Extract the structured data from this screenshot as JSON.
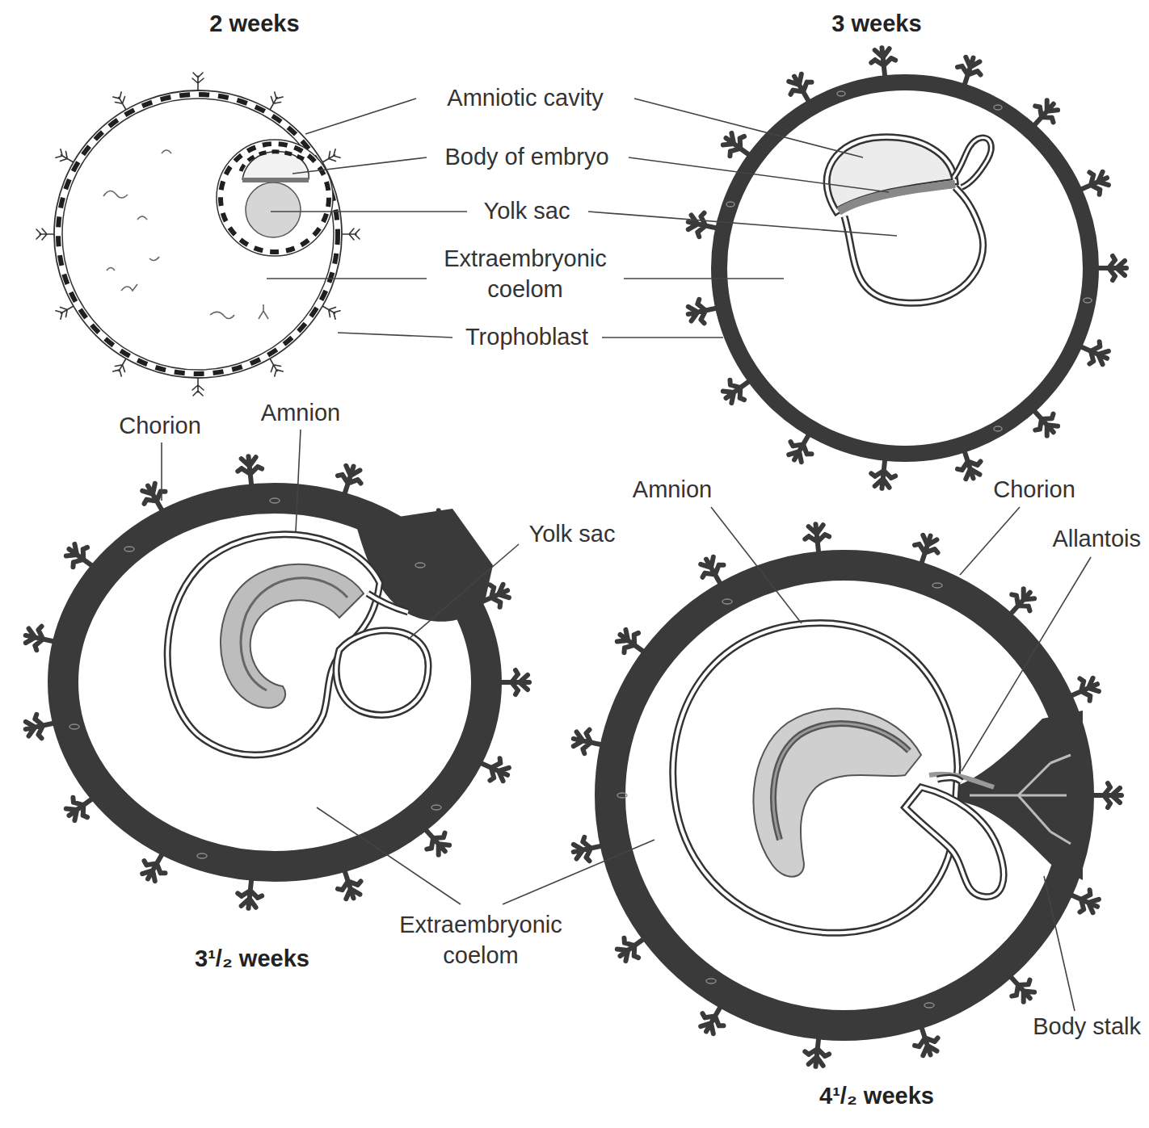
{
  "diagram": {
    "labels": [
      "2 weeks",
      "3 weeks",
      "Amniotic cavity",
      "Body of embryo",
      "Yolk sac",
      "Extraembryonic coelom",
      "Trophoblast",
      "Chorion",
      "Amnion",
      "Yolk sac",
      "Amnion",
      "Chorion",
      "Allantois",
      "Extraembryonic coelom",
      "Body stalk",
      "3¹/₂ weeks",
      "4¹/₂ weeks"
    ]
  }
}
